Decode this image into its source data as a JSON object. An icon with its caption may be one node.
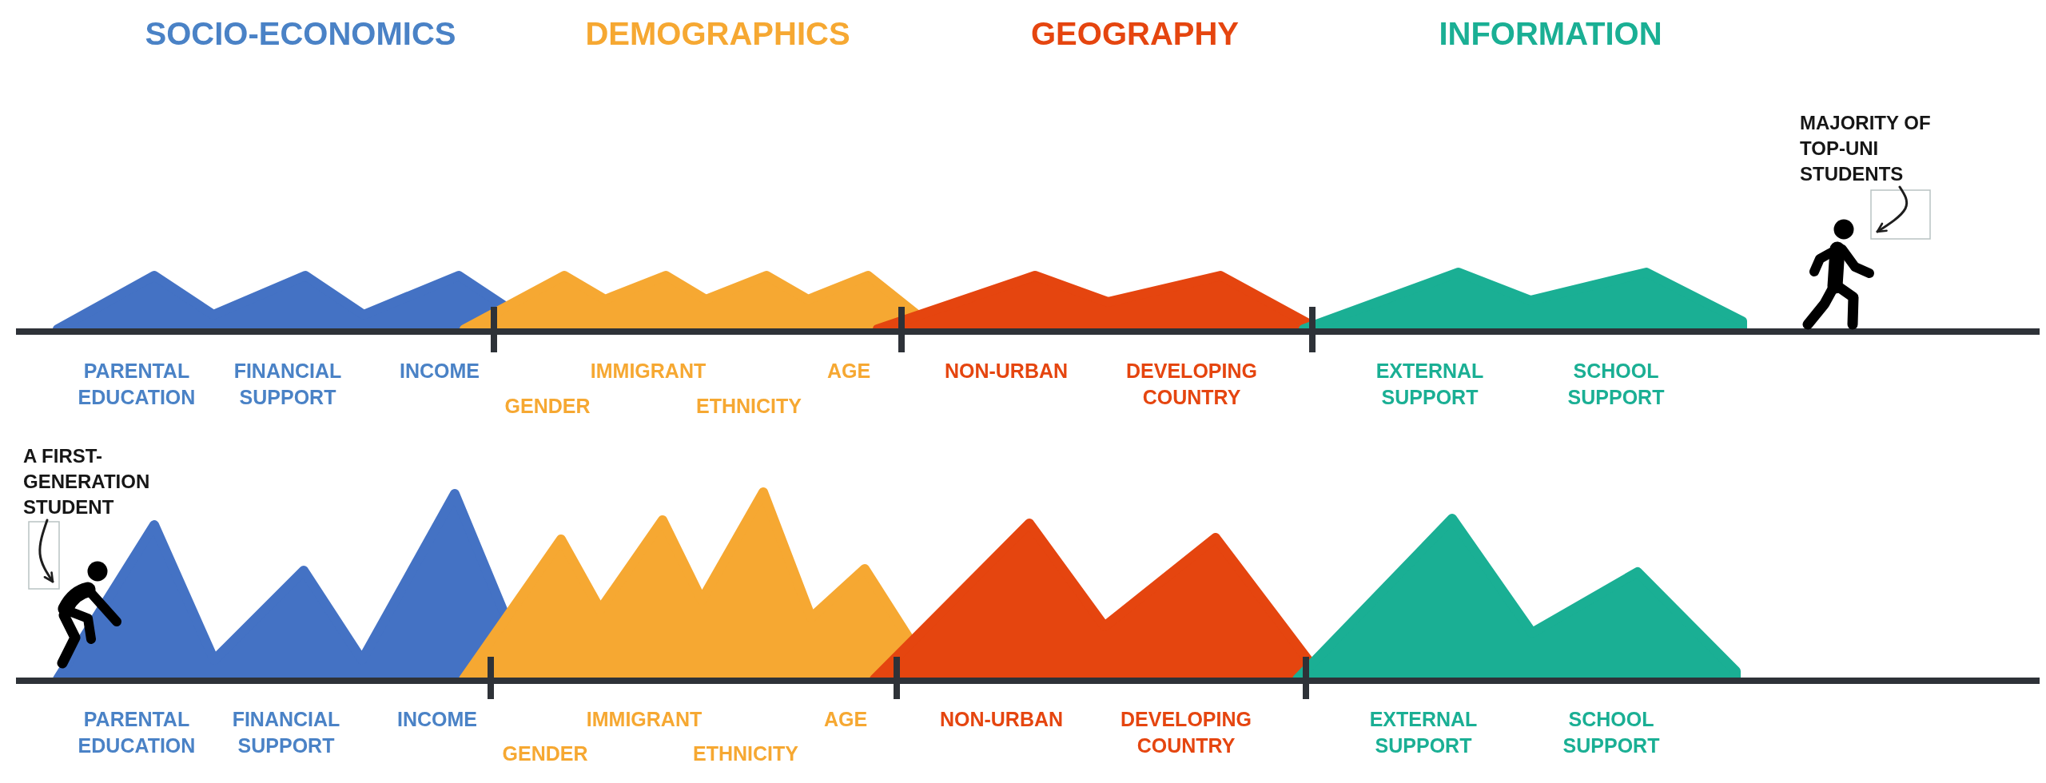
{
  "diagram": {
    "nodes": [
      {
        "text": [
          "MAJORITY OF TOP-UNI STUDENTS"
        ]
      },
      {
        "text": [],
        "shape": "person"
      },
      {
        "text": [
          "A FIRST-GENERATION STUDENT"
        ]
      },
      {
        "text": [],
        "shape": "person"
      }
    ],
    "edges": [
      {
        "from": 0,
        "to": 1,
        "arrow": "to"
      },
      {
        "from": 2,
        "to": 3,
        "arrow": "to"
      }
    ],
    "labels": [
      "SOCIO-ECONOMICS",
      "DEMOGRAPHICS",
      "GEOGRAPHY",
      "INFORMATION",
      "PARENTAL EDUCATION",
      "FINANCIAL SUPPORT",
      "INCOME",
      "GENDER",
      "IMMIGRANT",
      "ETHNICITY",
      "AGE",
      "NON-URBAN",
      "DEVELOPING COUNTRY",
      "EXTERNAL SUPPORT",
      "SCHOOL SUPPORT",
      "PARENTAL EDUCATION",
      "FINANCIAL SUPPORT",
      "INCOME",
      "GENDER",
      "IMMIGRANT",
      "ETHNICITY",
      "AGE",
      "NON-URBAN",
      "DEVELOPING COUNTRY",
      "EXTERNAL SUPPORT",
      "SCHOOL SUPPORT"
    ]
  }
}
